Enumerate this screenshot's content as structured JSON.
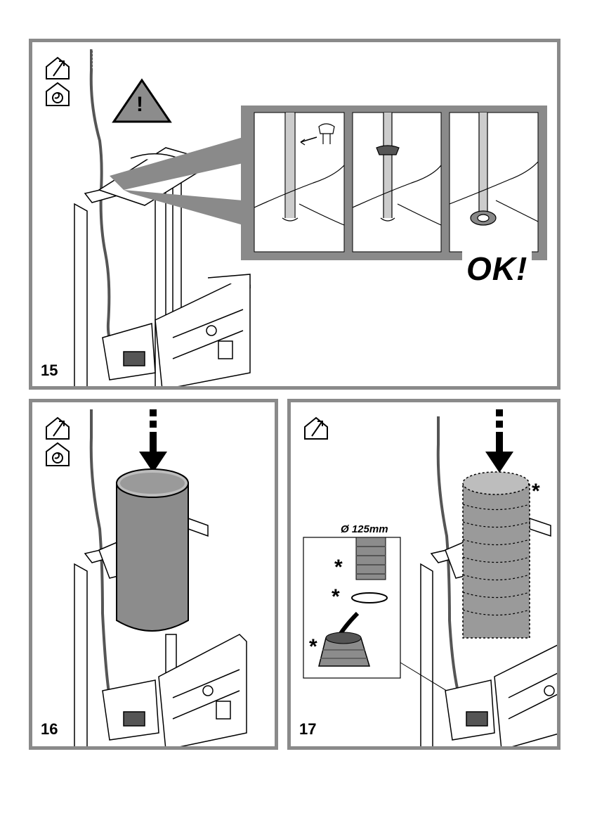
{
  "steps": [
    {
      "number": "15",
      "icons": [
        "house-outlet-icon",
        "house-recirculation-icon"
      ],
      "warning_icon": "warning-triangle-icon"
    },
    {
      "number": "16",
      "icons": [
        "house-outlet-icon",
        "house-recirculation-icon"
      ]
    },
    {
      "number": "17",
      "icons": [
        "house-outlet-icon"
      ]
    }
  ],
  "step15": {
    "warning_symbol": "!",
    "ok_label": "OK!"
  },
  "step17": {
    "diameter_label": "Ø 125mm",
    "asterisk": "*"
  },
  "colors": {
    "border": "#8a8a8a",
    "duct_fill": "#8c8c8c",
    "warning_fill": "#8c8c8c"
  }
}
